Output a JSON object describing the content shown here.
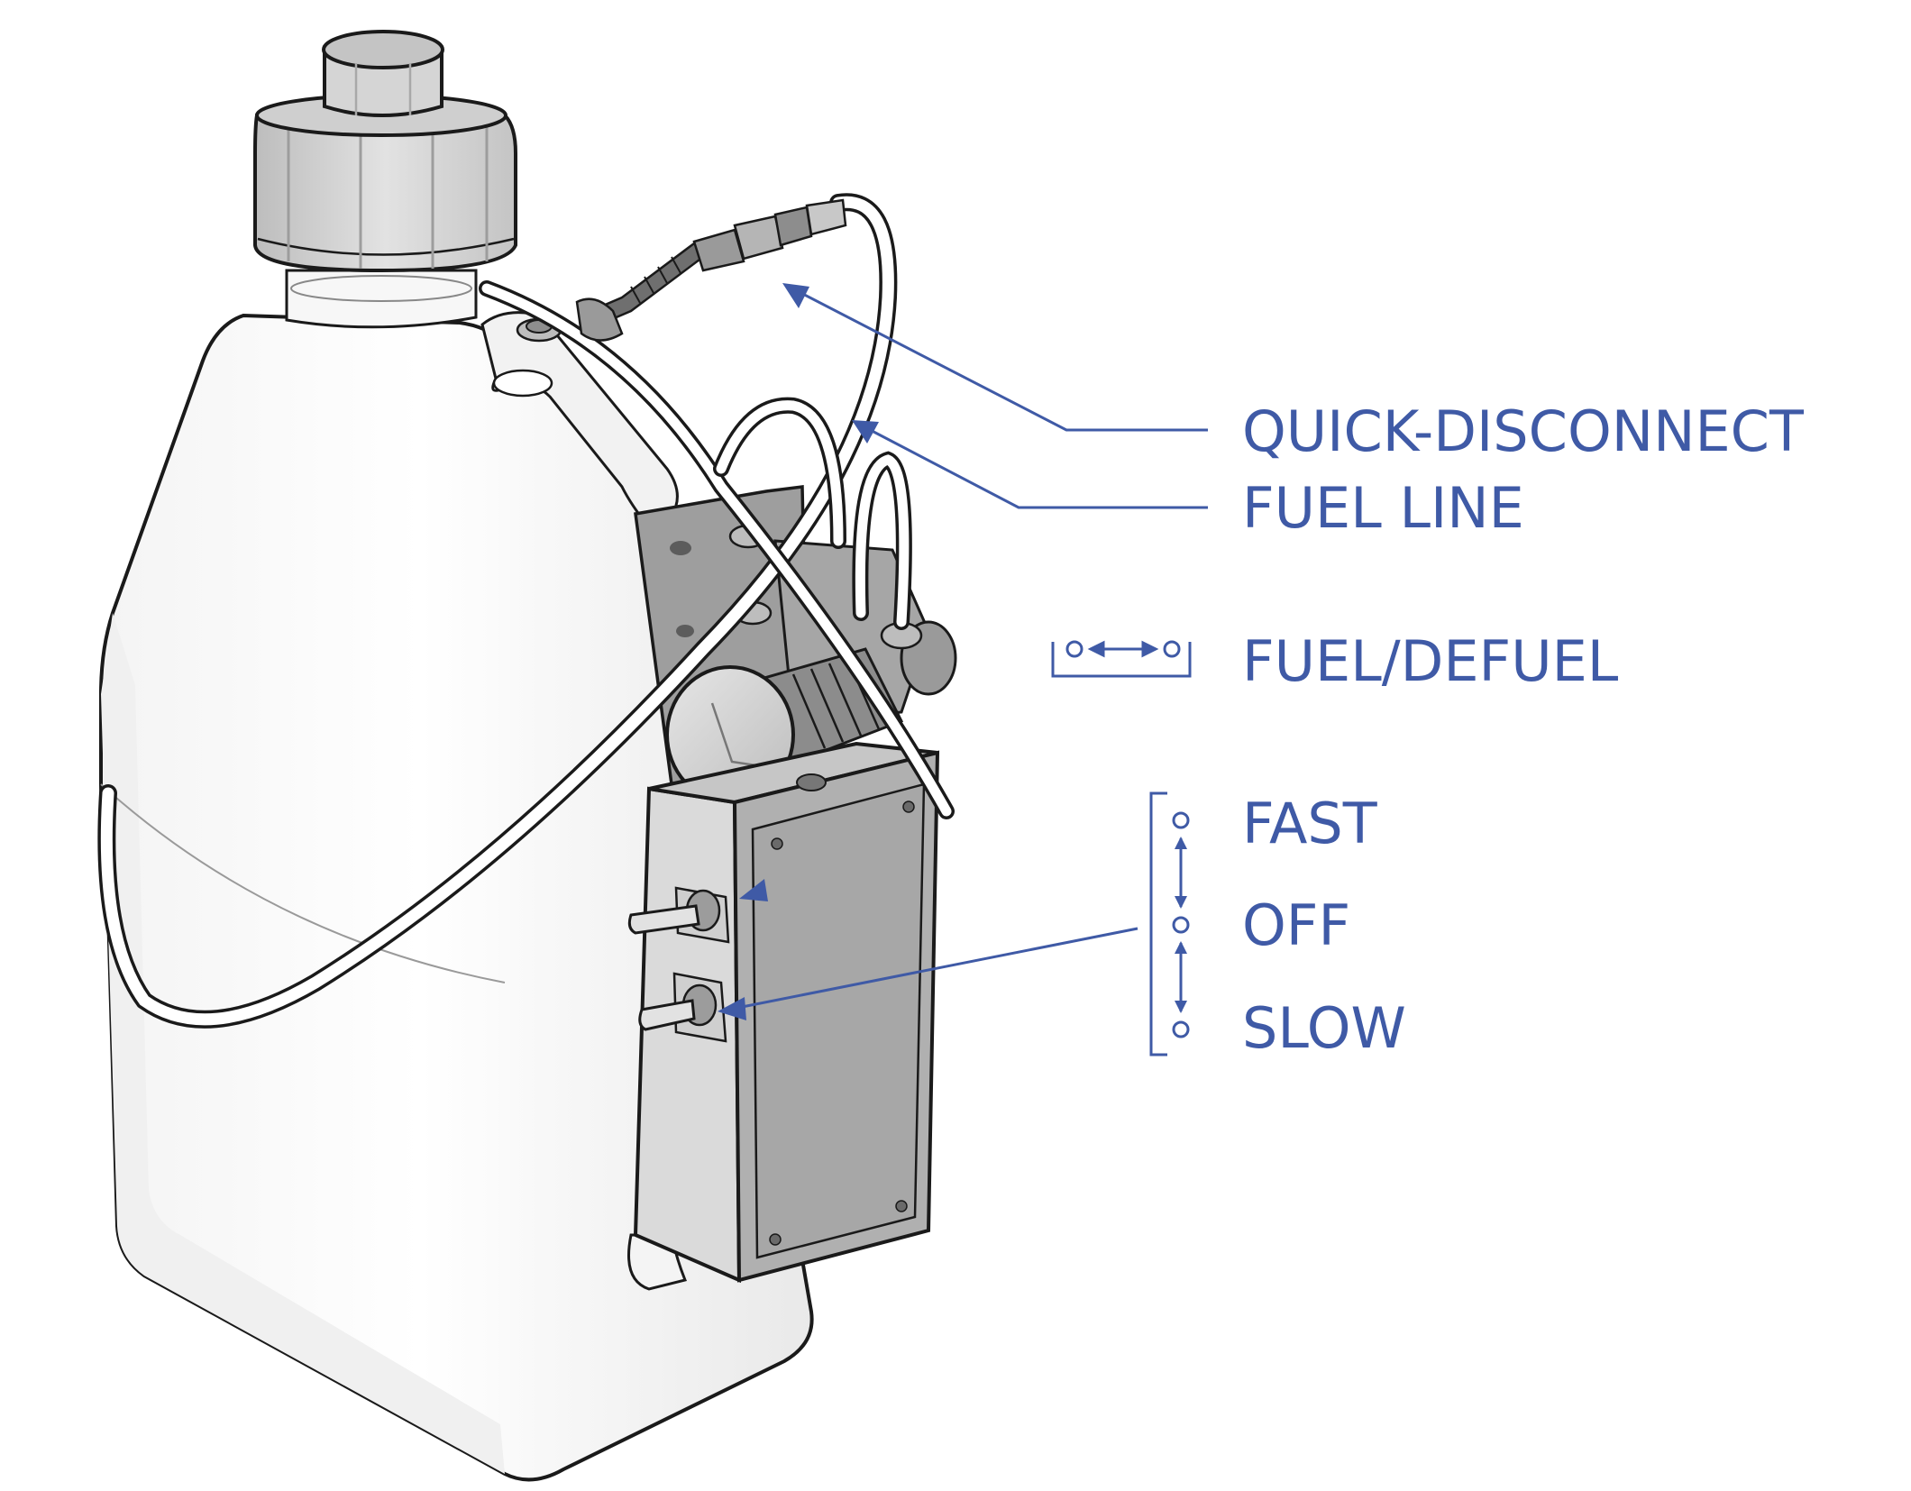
{
  "colors": {
    "accent": "#3f5aa6",
    "outline": "#1a1a1a",
    "tank_fill": "#ffffff",
    "tank_shade": "#ededed",
    "cap_fill": "#d8d8d8",
    "cap_top": "#c9c9c9",
    "box_fill": "#b3b3b3",
    "box_panel": "#a9a9a9",
    "box_side": "#dcdcdc",
    "hose": "#ffffff",
    "metal": "#8a8a8a"
  },
  "callouts": {
    "quick_disconnect": "QUICK-DISCONNECT",
    "fuel_line": "FUEL LINE",
    "fuel_defuel": "FUEL/DEFUEL",
    "fast": "FAST",
    "off": "OFF",
    "slow": "SLOW"
  },
  "icons": {
    "fuel_defuel_switch": "two-position-horizontal-switch-icon",
    "speed_switch": "three-position-vertical-switch-icon"
  }
}
